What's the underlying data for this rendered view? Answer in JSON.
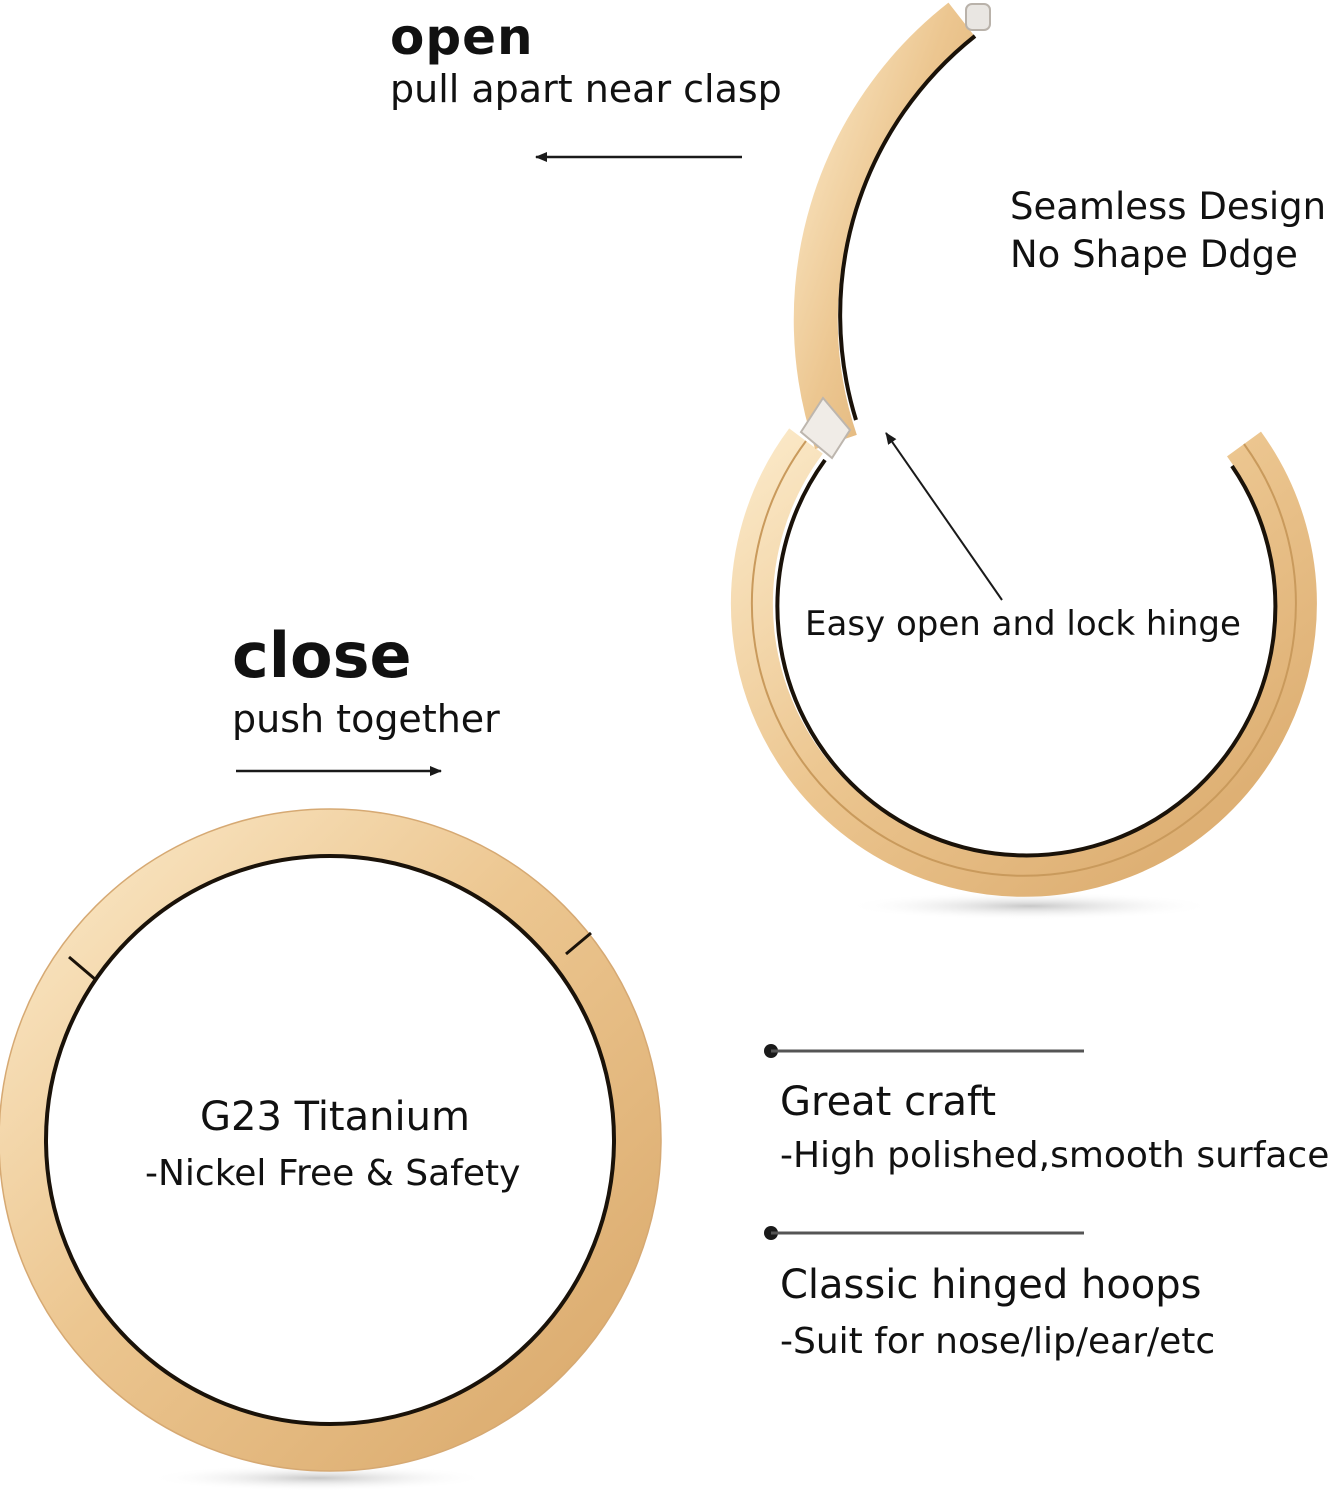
{
  "open": {
    "title": "open",
    "subtitle": "pull apart near clasp"
  },
  "close": {
    "title": "close",
    "subtitle": "push together"
  },
  "seamless": {
    "line1": "Seamless Design",
    "line2": "No Shape Ddge"
  },
  "hinge_label": "Easy open and lock hinge",
  "material": {
    "title": "G23 Titanium",
    "subtitle": "-Nickel Free & Safety"
  },
  "features": [
    {
      "title": "Great craft",
      "desc": "-High polished,smooth surface"
    },
    {
      "title": "Classic hinged hoops",
      "desc": "-Suit for nose/lip/ear/etc"
    }
  ],
  "colors": {
    "gold_light": "#f8e2bc",
    "gold": "#ebc48e",
    "gold_dark": "#c99a5c",
    "inner_line": "#1a1209",
    "text": "#111111"
  },
  "icons": [
    "arrow-left-icon",
    "arrow-right-icon",
    "pointer-arrow-icon",
    "bullet-dot-icon",
    "open-hoop-image",
    "closed-hoop-image"
  ]
}
